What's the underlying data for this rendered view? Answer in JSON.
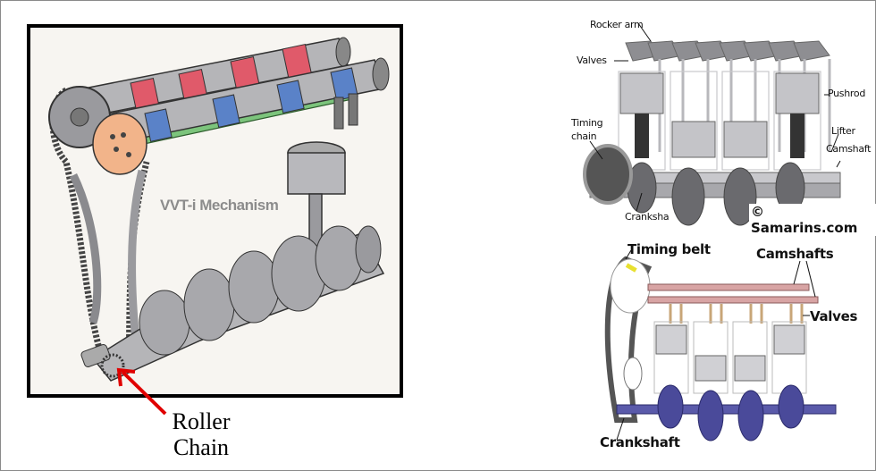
{
  "left_diagram": {
    "title": "VVT-i Mechanism",
    "callout": {
      "line1": "Roller",
      "line2": "Chain",
      "arrow_color": "#e00000"
    },
    "colors": {
      "intake_lobes": "#e05a6a",
      "exhaust_lobes": "#5a82c8",
      "cam_carrier": "#7cc47c",
      "vvt_pulley": "#f2b48a",
      "background": "#f7f5f1"
    }
  },
  "ohv_diagram": {
    "labels": {
      "rocker_arm": "Rocker arm",
      "valves": "Valves",
      "pushrod": "Pushrod",
      "timing_chain_line1": "Timing",
      "timing_chain_line2": "chain",
      "lifter": "Lifter",
      "camshaft": "Camshaft",
      "crankshaft": "Cranksha"
    },
    "copyright": "© Samarins.com"
  },
  "dohc_diagram": {
    "labels": {
      "timing_belt": "Timing belt",
      "camshafts": "Camshafts",
      "valves": "Valves",
      "crankshaft": "Crankshaft"
    },
    "colors": {
      "camshafts": "#d8a4a4",
      "valves": "#c8a678",
      "crankshaft": "#4a4a9a",
      "belt_marker": "#e8e030"
    }
  }
}
